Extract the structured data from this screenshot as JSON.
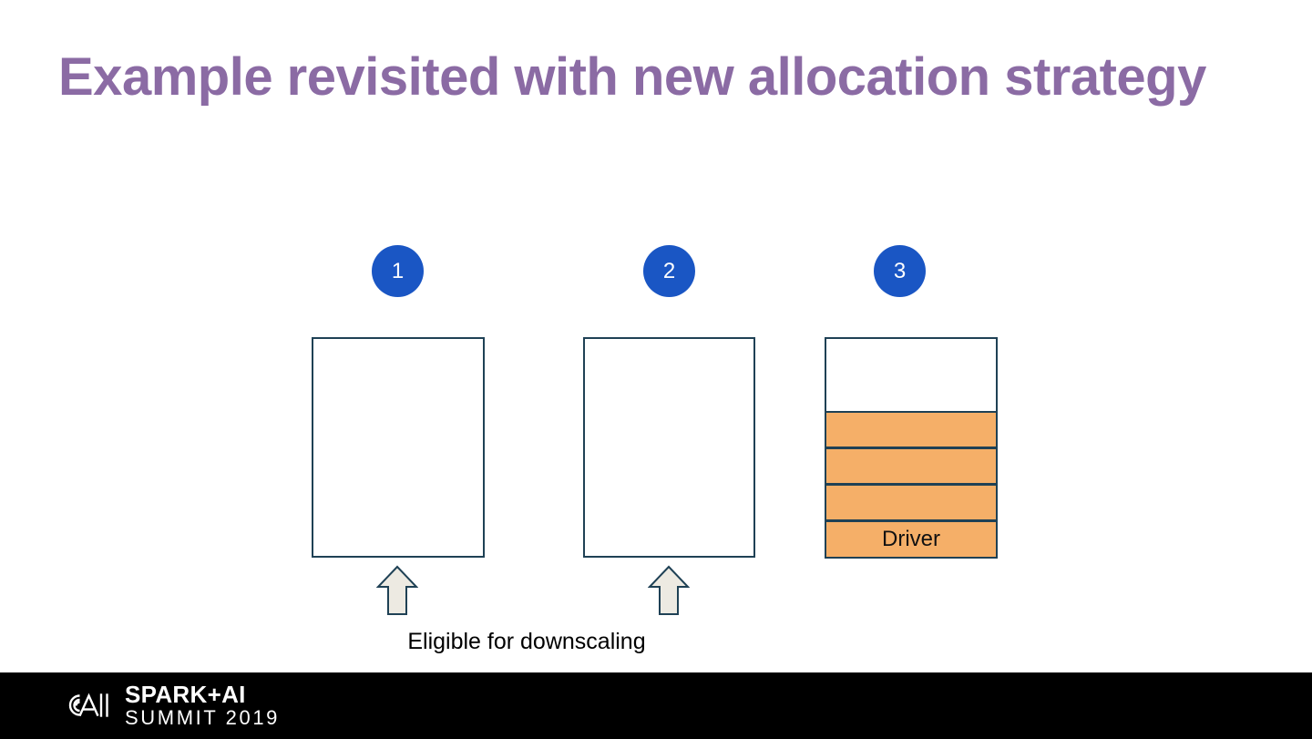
{
  "slide": {
    "title": "Example revisited with new allocation strategy",
    "title_color": "#8b6ba4",
    "background": "#ffffff"
  },
  "diagram": {
    "badge_color": "#1a56c4",
    "badge_text_color": "#ffffff",
    "box_border_color": "#1f4155",
    "slot_fill_color": "#f5af68",
    "arrow_fill_color": "#edeae2",
    "arrow_stroke_color": "#1f4155",
    "executors": [
      {
        "badge": "1",
        "label": "",
        "slots": [],
        "empty": true,
        "arrow": "up-arrow"
      },
      {
        "badge": "2",
        "label": "",
        "slots": [],
        "empty": true,
        "arrow": "up-arrow"
      },
      {
        "badge": "3",
        "label": "",
        "slots": [
          "",
          "",
          "",
          "Driver"
        ],
        "empty": false,
        "arrow": null
      }
    ],
    "caption": "Eligible for downscaling"
  },
  "footer": {
    "background": "#000000",
    "logo_line1": "SPARK+AI",
    "logo_line2": "SUMMIT 2019",
    "logo_mark": "spark-summit-swirl-icon"
  }
}
